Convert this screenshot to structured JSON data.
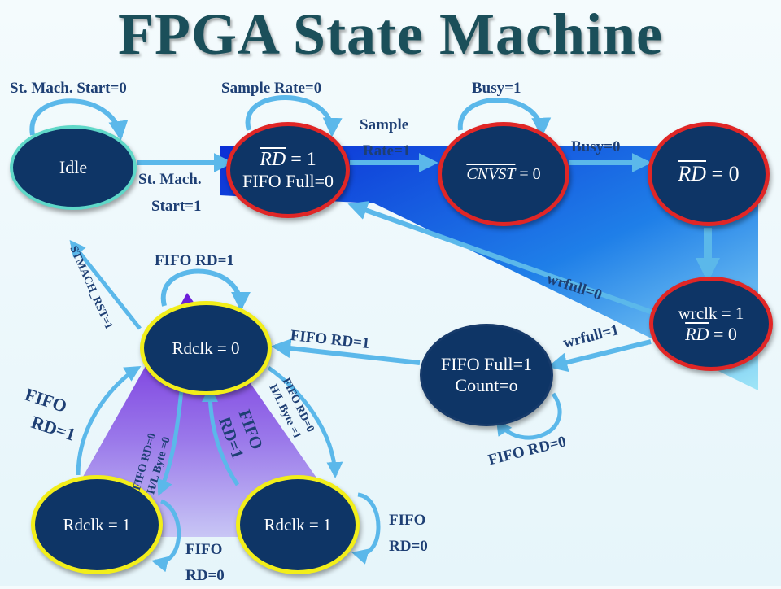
{
  "title": "FPGA State Machine",
  "states": {
    "idle": {
      "line1": "Idle"
    },
    "fifo_full_0": {
      "rd_sym": "RD",
      "rd_eq": " = 1",
      "line2": "FIFO Full=0"
    },
    "cnvst": {
      "sym": "CNVST",
      "eq": " = 0"
    },
    "rd0": {
      "sym": "RD",
      "eq": " = 0"
    },
    "wrclk": {
      "line1": "wrclk = 1",
      "sym": "RD",
      "eq": " = 0"
    },
    "fifo_full_1": {
      "line1": "FIFO Full=1",
      "line2": "Count=o"
    },
    "rdclk0": {
      "line1": "Rdclk = 0"
    },
    "rdclk1_left": {
      "line1": "Rdclk = 1"
    },
    "rdclk1_right": {
      "line1": "Rdclk = 1"
    }
  },
  "labels": {
    "st_mach_start_0": "St. Mach. Start=0",
    "sample_rate_0": "Sample Rate=0",
    "busy_1": "Busy=1",
    "sample": "Sample",
    "rate_1": "Rate=1",
    "busy_0": "Busy=0",
    "st_mach": "St. Mach.",
    "start_1": "Start=1",
    "stmach_rst": "STMACH_RST=1",
    "fifo_rd_1_top": "FIFO RD=1",
    "wrfull_0": "wrfull=0",
    "wrfull_1": "wrfull=1",
    "fifo_rd_1_mid": "FIFO RD=1",
    "fifo_rd_0_ff": "FIFO RD=0",
    "fifo_rd1_left_a": "FIFO",
    "fifo_rd1_left_b": "RD=1",
    "fifo_rd0_hl_left_a": "FIFO RD=0",
    "fifo_rd0_hl_left_b": "H/L Byte =0",
    "fifo_rd0_hl_right_a": "FIFO RD=0",
    "fifo_rd0_hl_right_b": "H/L Byte =1",
    "fifo_rd1_center_a": "FIFO",
    "fifo_rd1_center_b": "RD=1",
    "fifo_rd0_bottom_a": "FIFO",
    "fifo_rd0_bottom_b": "RD=0",
    "fifo_rd0_right_a": "FIFO",
    "fifo_rd0_right_b": "RD=0"
  },
  "colors": {
    "state_fill": "#0e3566",
    "teal_border": "#5fd8c8",
    "red_border": "#e02626",
    "yellow_border": "#f2ee1a",
    "arrow": "#5bb8ea",
    "label": "#1e3f74",
    "title": "#1b4f5a"
  }
}
